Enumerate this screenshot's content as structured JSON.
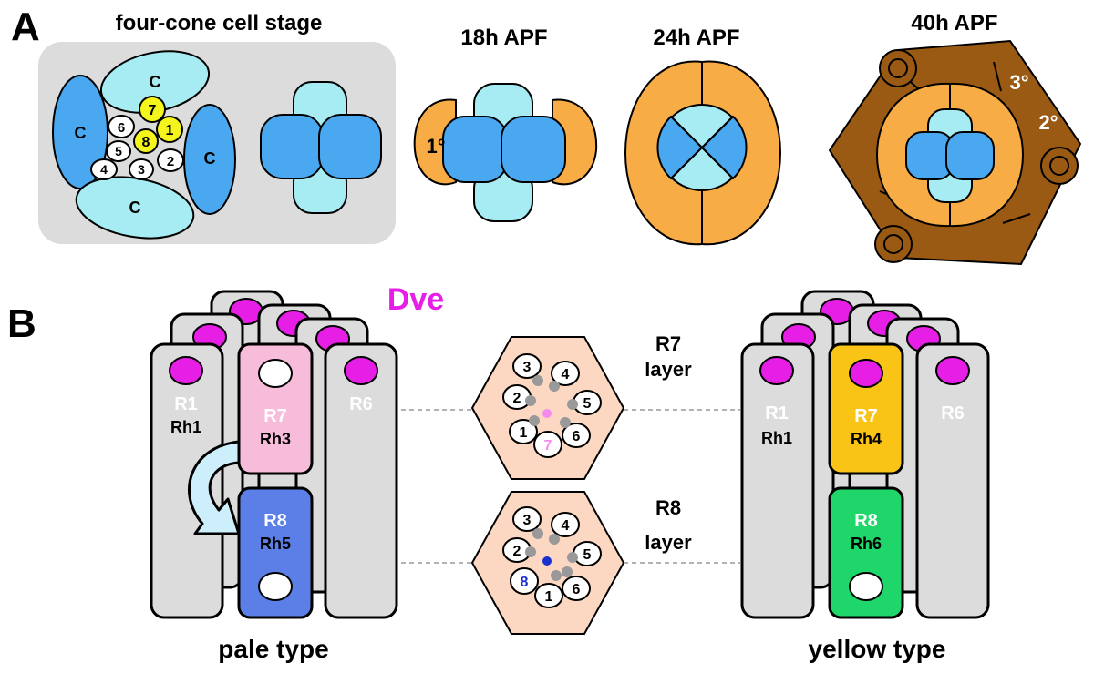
{
  "panelA": {
    "letter": "A",
    "stage_title": "four-cone cell stage",
    "t18_title": "18h APF",
    "t24_title": "24h APF",
    "t40_title": "40h APF",
    "cone_label": "C",
    "photoreceptor_numbers": [
      "7",
      "1",
      "6",
      "8",
      "5",
      "2",
      "4",
      "3"
    ],
    "label_primary": "1°",
    "label_secondary": "2°",
    "label_tertiary": "3°"
  },
  "panelB": {
    "letter": "B",
    "dve_label": "Dve",
    "pale": {
      "caption": "pale type",
      "r1": "R1",
      "rh1": "Rh1",
      "r6": "R6",
      "r7": "R7",
      "rh3": "Rh3",
      "r8": "R8",
      "rh5": "Rh5"
    },
    "yellow": {
      "caption": "yellow type",
      "r1": "R1",
      "rh1": "Rh1",
      "r6": "R6",
      "r7": "R7",
      "rh4": "Rh4",
      "r8": "R8",
      "rh6": "Rh6"
    },
    "r7_layer": {
      "line1": "R7",
      "line2": "layer",
      "numbers": [
        "3",
        "4",
        "2",
        "5",
        "1",
        "6",
        "7"
      ]
    },
    "r8_layer": {
      "line1": "R8",
      "line2": "layer",
      "numbers": [
        "3",
        "4",
        "2",
        "5",
        "8",
        "1",
        "6"
      ]
    }
  },
  "colors": {
    "light_cyan": "#a6ecf2",
    "blue": "#4aa8f0",
    "orange": "#f7ac45",
    "brown": "#9a5a14",
    "gray_cell": "#dcdcdc",
    "magenta": "#e61ee6",
    "pink_r7": "#f7bcd9",
    "purple_blue_r8": "#5b7fe6",
    "yellow_r7": "#f9c415",
    "green_r8": "#1fd66a",
    "peach": "#fcd8c2",
    "yellow_pr": "#f5f51e"
  }
}
